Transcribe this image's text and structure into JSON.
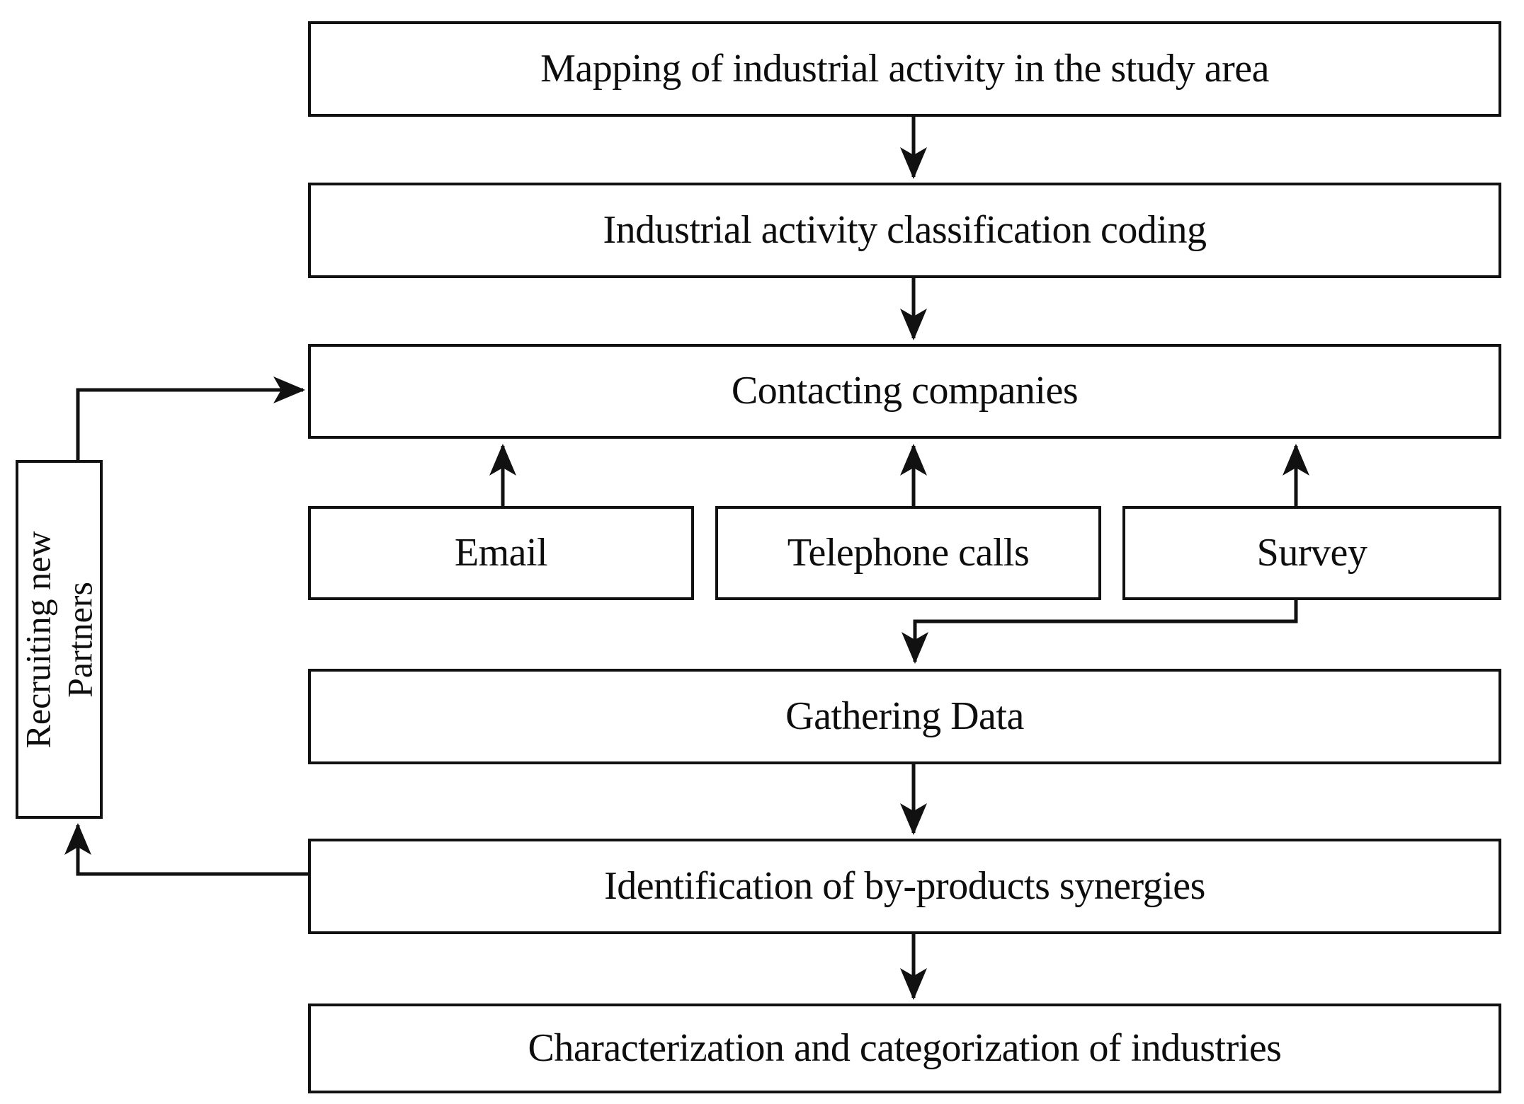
{
  "diagram": {
    "title": "Industrial symbiosis methodology flowchart",
    "line_color": "#111111",
    "box_fill": "#ffffff",
    "text_color": "#0d0d0d",
    "nodes": {
      "mapping": "Mapping of industrial activity in the study area",
      "coding": "Industrial activity classification coding",
      "contacting": "Contacting companies",
      "email": "Email",
      "telephone": "Telephone calls",
      "survey": "Survey",
      "gathering": "Gathering Data",
      "identification": "Identification of by-products synergies",
      "characterization": "Characterization and categorization of industries",
      "recruiting_line1": "Recruiting new",
      "recruiting_line2": "Partners"
    },
    "edges": [
      {
        "from": "mapping",
        "to": "coding",
        "kind": "arrow-down"
      },
      {
        "from": "coding",
        "to": "contacting",
        "kind": "arrow-down"
      },
      {
        "from": "email",
        "to": "contacting",
        "kind": "arrow-up"
      },
      {
        "from": "telephone",
        "to": "contacting",
        "kind": "arrow-up"
      },
      {
        "from": "survey",
        "to": "contacting",
        "kind": "arrow-up"
      },
      {
        "from": "survey",
        "to": "gathering",
        "kind": "elbow-down-left"
      },
      {
        "from": "gathering",
        "to": "identification",
        "kind": "arrow-down"
      },
      {
        "from": "identification",
        "to": "characterization",
        "kind": "arrow-down"
      },
      {
        "from": "identification",
        "to": "recruiting",
        "kind": "elbow-left-up"
      },
      {
        "from": "recruiting",
        "to": "contacting",
        "kind": "elbow-up-right"
      }
    ]
  }
}
